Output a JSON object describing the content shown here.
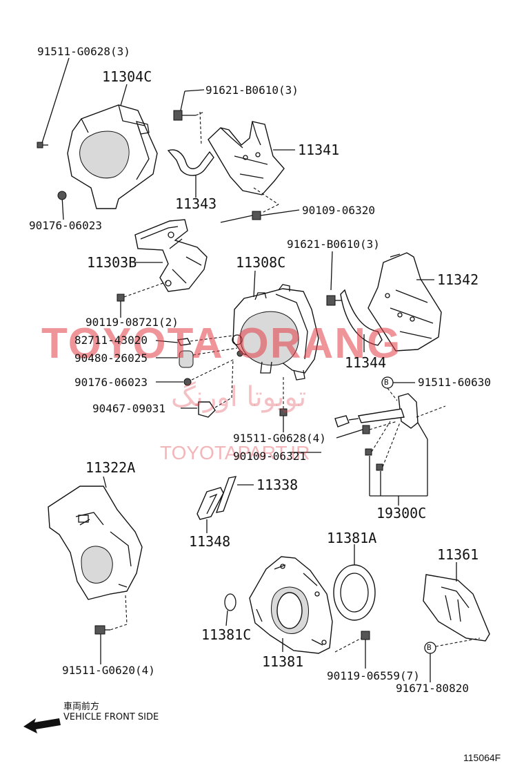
{
  "labels": {
    "p91511_g0628_3": "91511-G0628(3)",
    "p11304c": "11304C",
    "p91621_b0610_3a": "91621-B0610(3)",
    "p11341": "11341",
    "p11343": "11343",
    "p90109_06320": "90109-06320",
    "p90176_06023a": "90176-06023",
    "p91621_b0610_3b": "91621-B0610(3)",
    "p11303b": "11303B",
    "p11308c": "11308C",
    "p11342": "11342",
    "p90119_08721_2": "90119-08721(2)",
    "p82711_43020": "82711-43020",
    "p90480_26025": "90480-26025",
    "p11344": "11344",
    "p91511_60630": "91511-60630",
    "p90176_06023b": "90176-06023",
    "p90467_09031": "90467-09031",
    "p91511_g0628_4": "91511-G0628(4)",
    "p90109_06321": "90109-06321",
    "p11322a": "11322A",
    "p11338": "11338",
    "p11348": "11348",
    "p19300c": "19300C",
    "p11381a": "11381A",
    "p11361": "11361",
    "p11381c": "11381C",
    "p11381": "11381",
    "p90119_06559_7": "90119-06559(7)",
    "p91671_80820": "91671-80820",
    "p91511_g0620_4": "91511-G0620(4)"
  },
  "callout_b": "B",
  "front_note": {
    "jp": "車両前方",
    "en": "VEHICLE FRONT SIDE"
  },
  "figure_number": "115064F",
  "watermark": {
    "main": "TOYOTA ORANG",
    "persian": "تویوتا اورنگ",
    "url": "TOYOTAPART.IR"
  }
}
